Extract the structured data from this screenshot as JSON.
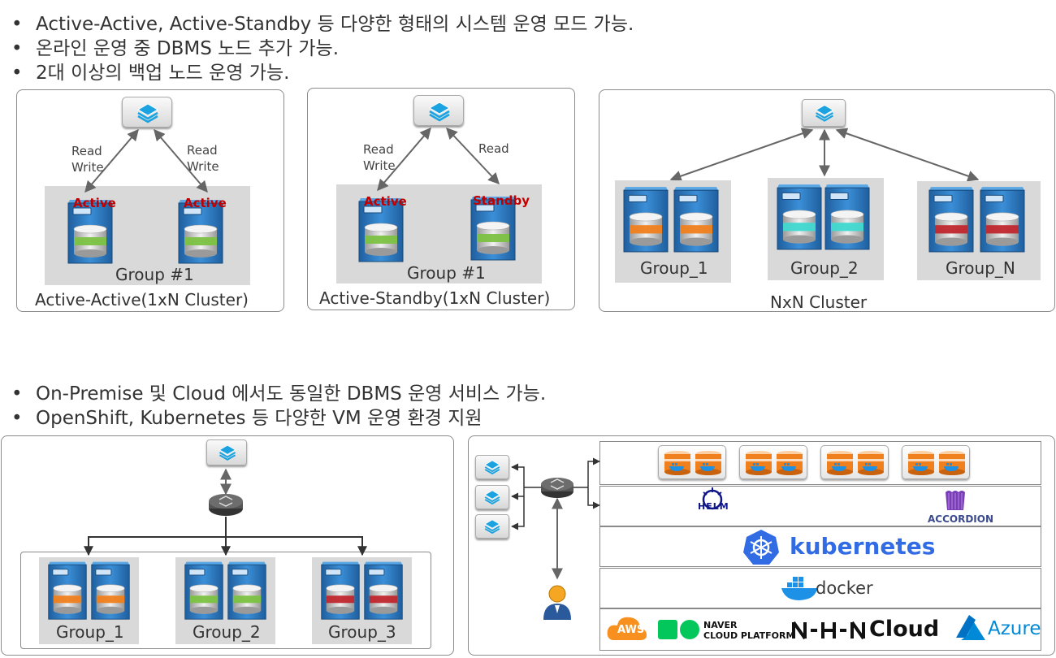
{
  "bullets_top": [
    "Active-Active, Active-Standby 등 다양한 형태의 시스템 운영 모드 가능.",
    "온라인 운영 중 DBMS 노드 추가 가능.",
    "2대 이상의 백업 노드 운영 가능."
  ],
  "bullets_bottom": [
    "On-Premise  및 Cloud 에서도 동일한 DBMS 운영 서비스 가능.",
    "OpenShift, Kubernetes 등 다양한 VM 운영 환경 지원"
  ],
  "panel_aa": {
    "caption": "Active-Active(1xN Cluster)",
    "group_label": "Group #1",
    "left_arrow_label": "Read\nWrite",
    "right_arrow_label": "Read\nWrite",
    "node1_status": "Active",
    "node2_status": "Active"
  },
  "panel_as": {
    "caption": "Active-Standby(1xN Cluster)",
    "group_label": "Group #1",
    "left_arrow_label": "Read\nWrite",
    "right_arrow_label": "Read",
    "node1_status": "Active",
    "node2_status": "Standby"
  },
  "panel_nxn": {
    "caption": "NxN Cluster",
    "groups": [
      "Group_1",
      "Group_2",
      "Group_N"
    ]
  },
  "panel_onprem": {
    "groups": [
      "Group_1",
      "Group_2",
      "Group_3"
    ]
  },
  "panel_cloud": {
    "helm_label": "HELM",
    "accordion_label": "ACCORDION",
    "kubernetes_label": "kubernetes",
    "docker_label": "docker",
    "providers": {
      "aws": "AWS",
      "naver_line1": "NAVER",
      "naver_line2": "CLOUD PLATFORM",
      "nhn": "Cloud",
      "azure": "Azure"
    }
  },
  "colors": {
    "green": "#7cc242",
    "orange": "#f07f1e",
    "cyan": "#3fd8d0",
    "red": "#c0272d",
    "server_blue": "#2f7fc7",
    "k8s_blue": "#326ce5",
    "status_red": "#c00000"
  }
}
